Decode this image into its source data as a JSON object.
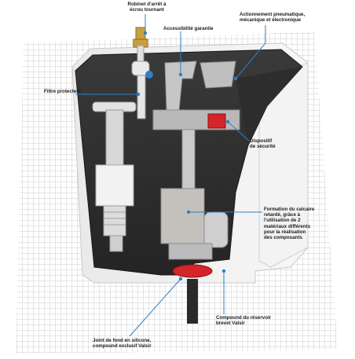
{
  "colors": {
    "leader": "#2f7fc8",
    "dot": "#2f7fc8",
    "tank_body": "#2b2b2b",
    "tank_shell": "#efefef",
    "mesh": "#d9d9d9",
    "valve_red": "#d4252b",
    "brass": "#c9a040",
    "mechanism": "#bdbdbd"
  },
  "labels": [
    {
      "id": "robinet",
      "text": "Robinet d'arrêt à\nécrou tournant"
    },
    {
      "id": "accessibilite",
      "text": "Accessibilité garantie"
    },
    {
      "id": "actionnement",
      "text": "Actionnement pneumatique,\nmécanique et électronique"
    },
    {
      "id": "filtre",
      "text": "Filtre protecteur"
    },
    {
      "id": "dispositif",
      "text": "Dispositif\nde sécurité"
    },
    {
      "id": "formation",
      "text": "Formation du calcaire\nretardé, grâce à\nl'utilisation de 2\nmatériaux différents\npour la réalisation\ndes composants"
    },
    {
      "id": "compound",
      "text": "Compound du réservoir\nbrevet Valsir"
    },
    {
      "id": "joint",
      "text": "Joint de fond en silicone,\ncompound exclusif Valsir"
    }
  ]
}
